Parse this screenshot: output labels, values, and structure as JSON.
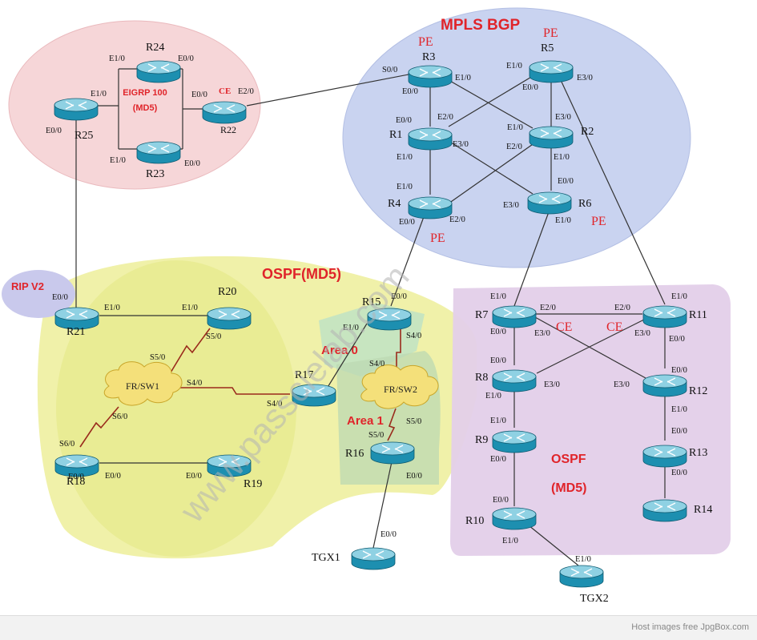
{
  "colors": {
    "eigrp_zone": "#f6d6d8",
    "mpls_zone": "#c9d3f0",
    "ospf_left_zone": "#eef0a0",
    "ospf_right_zone": "#e3cfe9",
    "rip_zone": "#c9c9ec",
    "area_zone": "#bfe3c4",
    "router_body": "#1d8fb0",
    "router_top": "#8fd1e3",
    "zone_title": "#e0242a",
    "label_red": "#e0242a",
    "cloud": "#f4e07a",
    "serial_link": "#9a2a1c",
    "link": "#333333",
    "watermark": "#b4b4b4"
  },
  "zones": {
    "eigrp_title_1": "EIGRP 100",
    "eigrp_title_2": "(MD5)",
    "mpls_title": "MPLS BGP",
    "ospf_left_title": "OSPF(MD5)",
    "ospf_right_title_1": "OSPF",
    "ospf_right_title_2": "(MD5)",
    "rip_title": "RIP V2",
    "area0": "Area 0",
    "area1": "Area 1"
  },
  "routers": [
    {
      "id": "R24",
      "label": "R24"
    },
    {
      "id": "R25",
      "label": "R25"
    },
    {
      "id": "R23",
      "label": "R23"
    },
    {
      "id": "R22",
      "label": "R22"
    },
    {
      "id": "R3",
      "label": "R3"
    },
    {
      "id": "R5",
      "label": "R5"
    },
    {
      "id": "R1",
      "label": "R1"
    },
    {
      "id": "R2",
      "label": "R2"
    },
    {
      "id": "R4",
      "label": "R4"
    },
    {
      "id": "R6",
      "label": "R6"
    },
    {
      "id": "R21",
      "label": "R21"
    },
    {
      "id": "R20",
      "label": "R20"
    },
    {
      "id": "R17",
      "label": "R17"
    },
    {
      "id": "R18",
      "label": "R18"
    },
    {
      "id": "R19",
      "label": "R19"
    },
    {
      "id": "R15",
      "label": "R15"
    },
    {
      "id": "R16",
      "label": "R16"
    },
    {
      "id": "TGX1",
      "label": "TGX1"
    },
    {
      "id": "R7",
      "label": "R7"
    },
    {
      "id": "R11",
      "label": "R11"
    },
    {
      "id": "R8",
      "label": "R8"
    },
    {
      "id": "R12",
      "label": "R12"
    },
    {
      "id": "R9",
      "label": "R9"
    },
    {
      "id": "R13",
      "label": "R13"
    },
    {
      "id": "R10",
      "label": "R10"
    },
    {
      "id": "R14",
      "label": "R14"
    },
    {
      "id": "TGX2",
      "label": "TGX2"
    }
  ],
  "clouds": [
    {
      "id": "FRSW1",
      "label": "FR/SW1"
    },
    {
      "id": "FRSW2",
      "label": "FR/SW2"
    }
  ],
  "role_tags": {
    "pe": "PE",
    "ce": "CE"
  },
  "interfaces": [
    "E1/0",
    "E0/0",
    "E1/0",
    "E0/0",
    "E1/0",
    "E0/0",
    "E0/0",
    "E2/0",
    "S0/0",
    "E1/0",
    "E0/0",
    "E1/0",
    "E0/0",
    "E3/0",
    "E0/0",
    "E2/0",
    "E1/0",
    "E3/0",
    "E1/0",
    "E3/0",
    "E2/0",
    "E1/0",
    "E1/0",
    "E0/0",
    "E2/0",
    "E0/0",
    "E3/0",
    "E1/0",
    "E0/0",
    "E1/0",
    "E1/0",
    "E0/0",
    "S5/0",
    "S5/0",
    "S4/0",
    "S4/0",
    "S6/0",
    "S6/0",
    "E0/0",
    "E0/0",
    "E0/0",
    "E1/0",
    "S4/0",
    "S4/0",
    "S5/0",
    "S5/0",
    "E0/0",
    "E0/0",
    "E1/0",
    "E2/0",
    "E2/0",
    "E1/0",
    "E0/0",
    "E3/0",
    "E3/0",
    "E0/0",
    "E0/0",
    "E3/0",
    "E3/0",
    "E0/0",
    "E1/0",
    "E1/0",
    "E1/0",
    "E0/0",
    "E0/0",
    "E0/0",
    "E0/0",
    "E1/0",
    "E1/0"
  ],
  "watermark": "www.passcielab.com",
  "footer": "Host images free JpgBox.com"
}
